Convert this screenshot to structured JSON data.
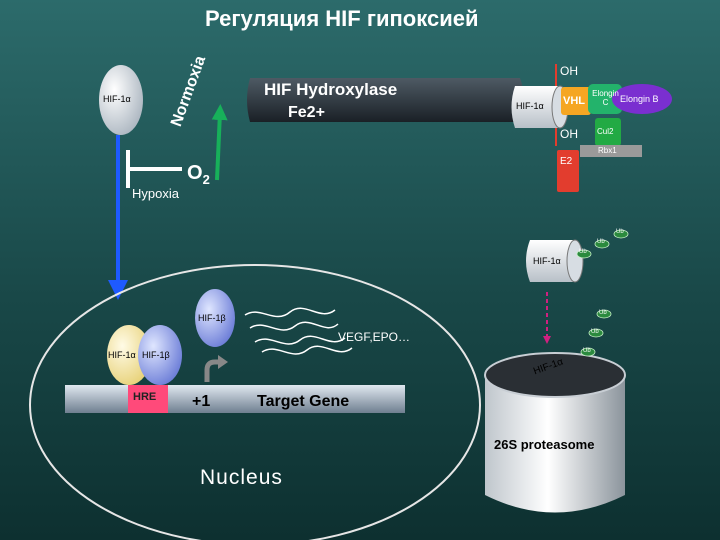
{
  "title": "Регуляция HIF гипоксией",
  "hydroxylase": {
    "name": "HIF Hydroxylase",
    "cofactor": "Fe2+",
    "normoxia": "Normoxia"
  },
  "oxygen": {
    "symbol": "O",
    "subscript": "2",
    "hypoxia": "Hypoxia"
  },
  "hif_alpha": "HIF-1α",
  "hif_beta": "HIF-1β",
  "complex": {
    "oh_top": "OH",
    "oh_bottom": "OH",
    "vhl": "VHL",
    "elongin_c": "Elongin C",
    "elongin_b": "Elongin B",
    "cul2": "Cul2",
    "rbx1": "Rbx1",
    "e2": "E2"
  },
  "ub": "Ub",
  "nucleus": {
    "label": "Nucleus",
    "hre": "HRE",
    "plus1": "+1",
    "target_gene": "Target Gene",
    "mrna_label": "VEGF,EPO…"
  },
  "proteasome": "26S proteasome",
  "colors": {
    "background": "#1f5656",
    "arrow_blue": "#1e5aff",
    "arrow_green": "#17b05a",
    "vhl": "#f5a623",
    "elongin_c": "#23b36b",
    "elongin_b": "#7a2fd0",
    "cul2": "#22aa44",
    "rbx1": "#9a9a9a",
    "e2": "#e23d2e",
    "hre": "#ff4a7a"
  }
}
